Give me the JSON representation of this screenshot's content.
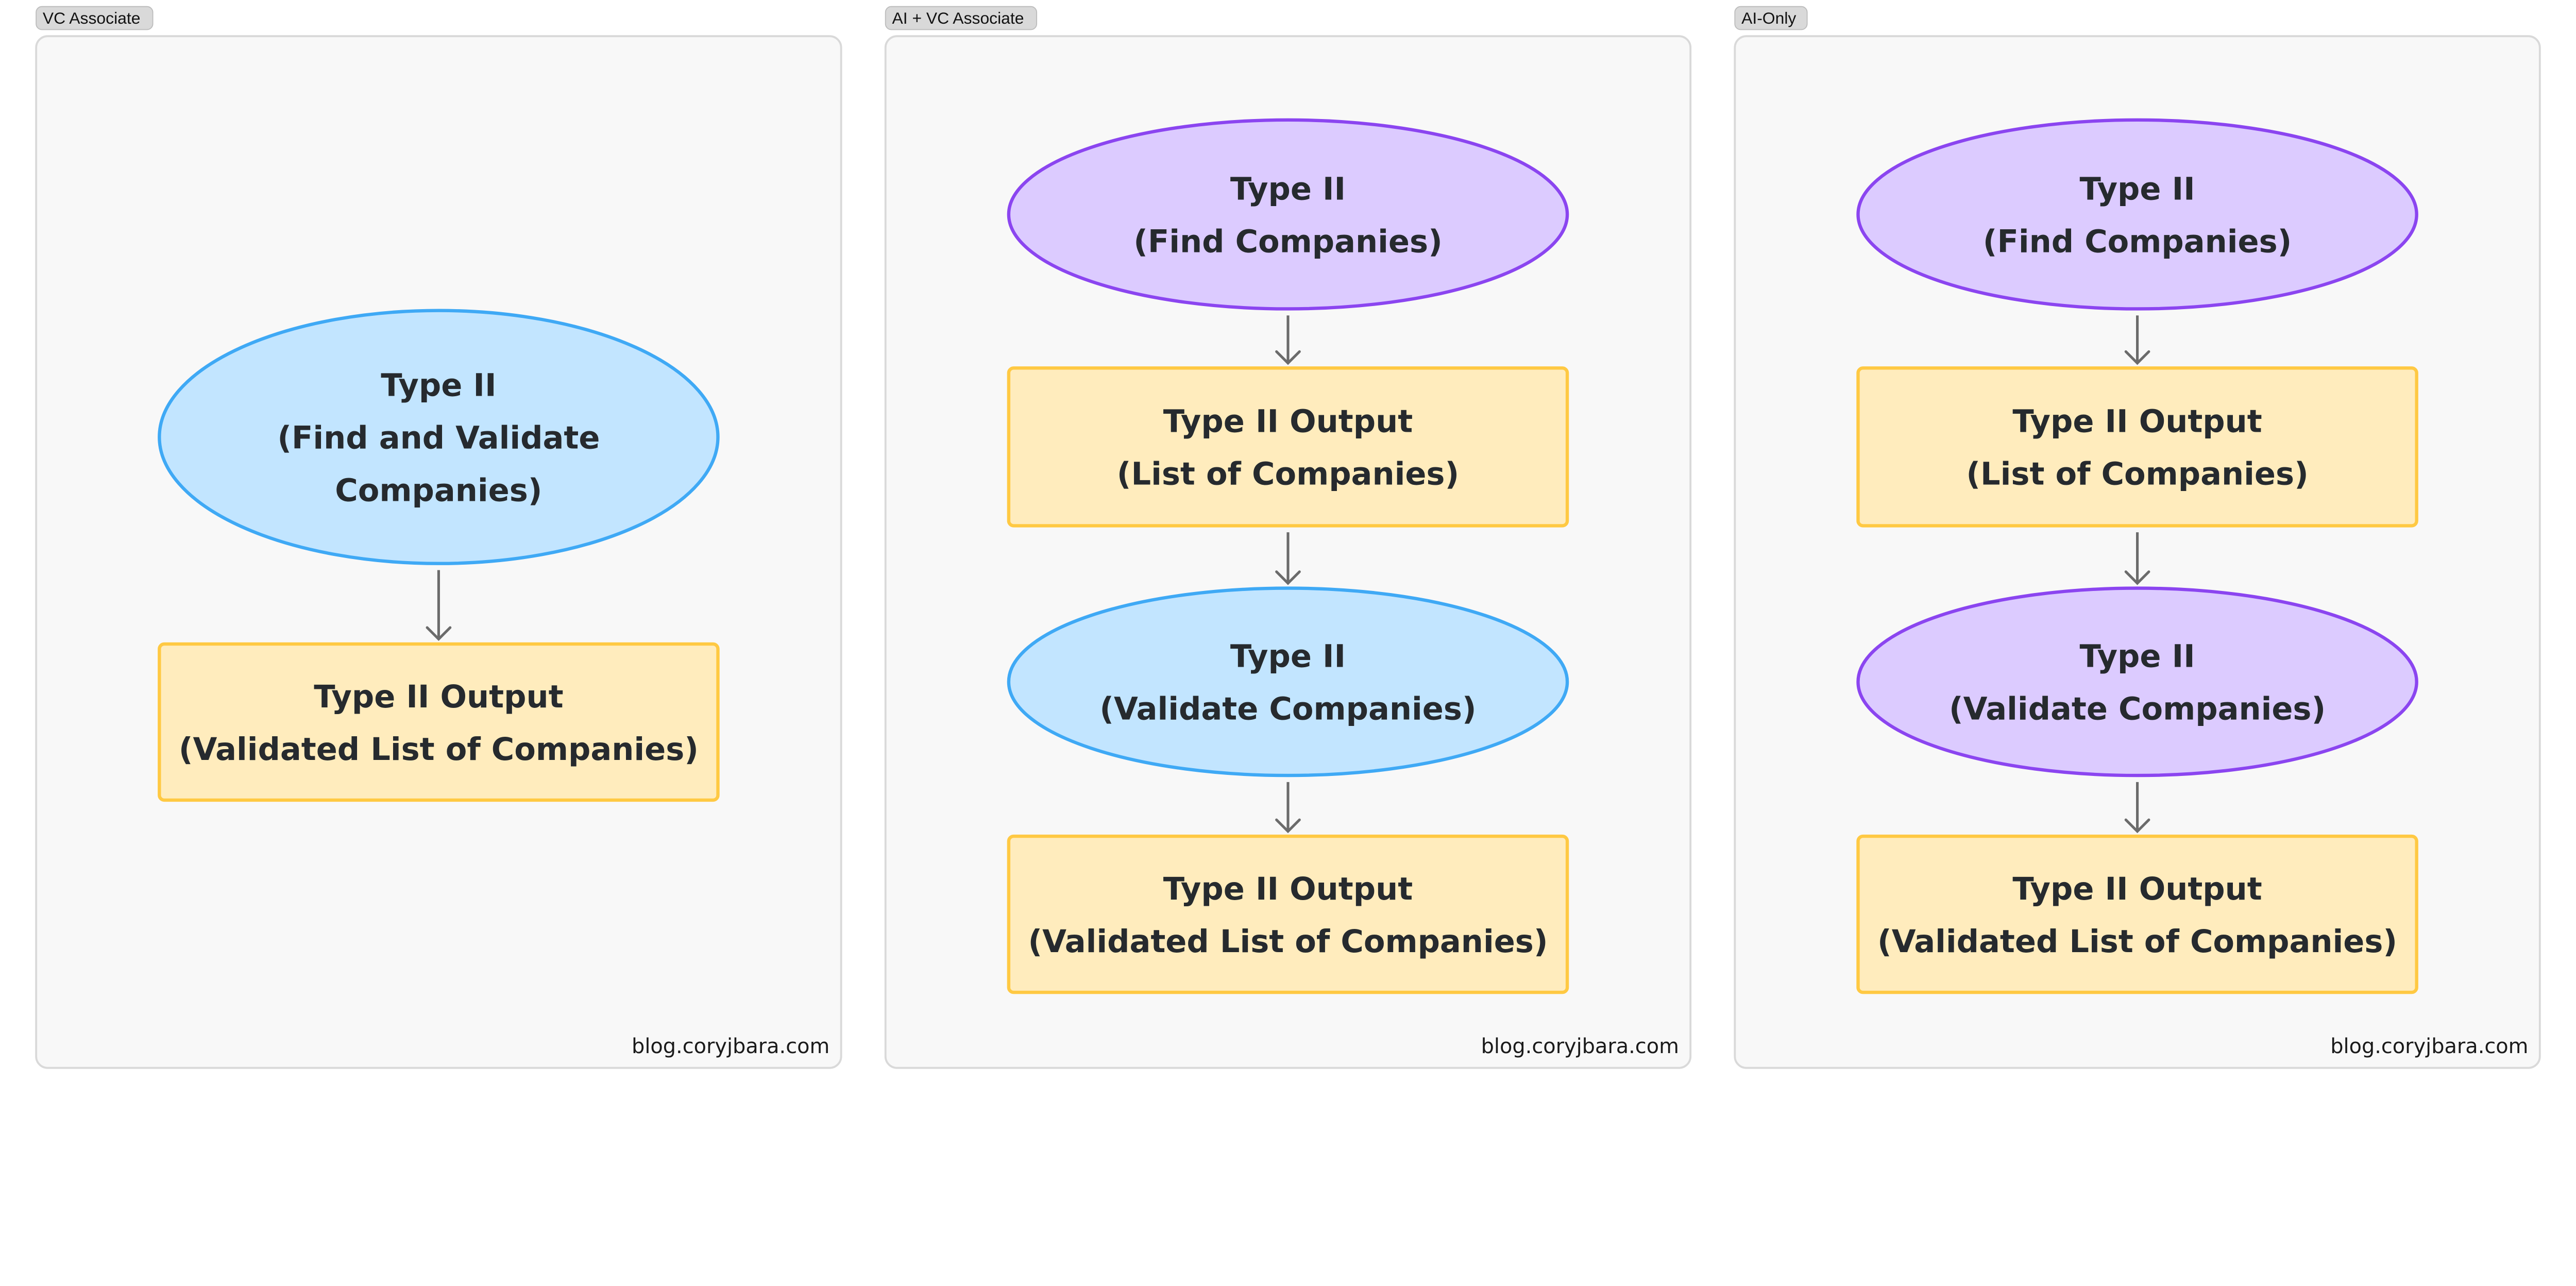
{
  "footer": "blog.coryjbara.com",
  "colors": {
    "panel_bg": "#f8f8f8",
    "panel_border": "#d9d9d9",
    "label_bg": "#d9d9d9",
    "human_fill": "#c2e5ff",
    "human_stroke": "#3fa9f5",
    "ai_fill": "#dccbff",
    "ai_stroke": "#8b45f0",
    "output_fill": "#ffecbd",
    "output_stroke": "#ffc943",
    "arrow": "#6b6b6b"
  },
  "panels": [
    {
      "label": "VC Associate",
      "nodes": [
        {
          "shape": "ellipse",
          "kind": "human",
          "lines": [
            "Type II",
            "(Find and Validate",
            "Companies)"
          ]
        },
        {
          "shape": "box",
          "kind": "output",
          "lines": [
            "Type II Output",
            "(Validated List of Companies)"
          ]
        }
      ]
    },
    {
      "label": "AI + VC Associate",
      "nodes": [
        {
          "shape": "ellipse",
          "kind": "ai",
          "lines": [
            "Type II",
            "(Find Companies)"
          ]
        },
        {
          "shape": "box",
          "kind": "output",
          "lines": [
            "Type II Output",
            "(List of Companies)"
          ]
        },
        {
          "shape": "ellipse",
          "kind": "human",
          "lines": [
            "Type II",
            "(Validate Companies)"
          ]
        },
        {
          "shape": "box",
          "kind": "output",
          "lines": [
            "Type II Output",
            "(Validated List of Companies)"
          ]
        }
      ]
    },
    {
      "label": "AI-Only",
      "nodes": [
        {
          "shape": "ellipse",
          "kind": "ai",
          "lines": [
            "Type II",
            "(Find Companies)"
          ]
        },
        {
          "shape": "box",
          "kind": "output",
          "lines": [
            "Type II Output",
            "(List of Companies)"
          ]
        },
        {
          "shape": "ellipse",
          "kind": "ai",
          "lines": [
            "Type II",
            "(Validate Companies)"
          ]
        },
        {
          "shape": "box",
          "kind": "output",
          "lines": [
            "Type II Output",
            "(Validated List of Companies)"
          ]
        }
      ]
    }
  ]
}
